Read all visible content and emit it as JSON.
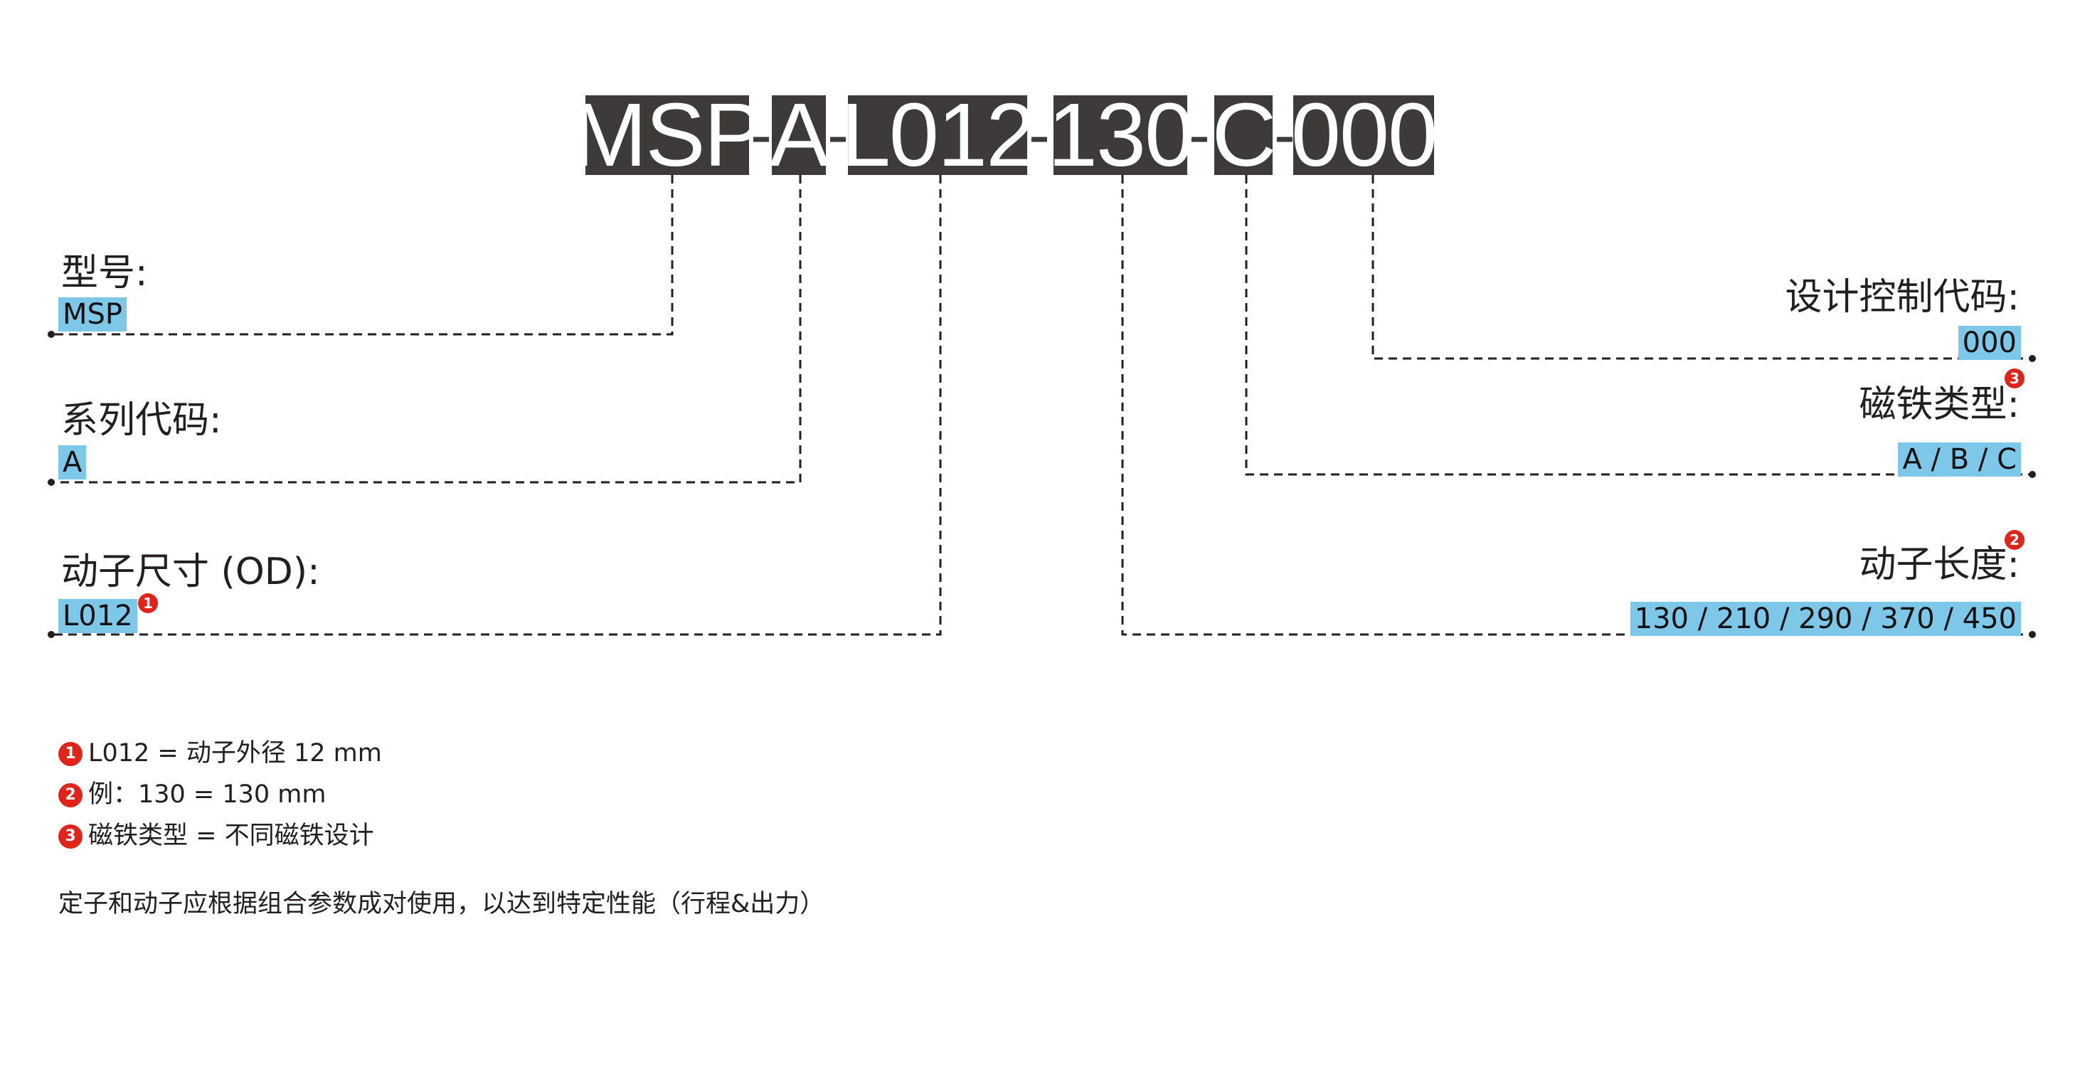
{
  "model_code": {
    "segments": [
      "MSP",
      "A",
      "L012",
      "130",
      "C",
      "000"
    ],
    "separator": "-"
  },
  "left_fields": [
    {
      "label": "型号:",
      "value": "MSP"
    },
    {
      "label": "系列代码:",
      "value": "A"
    },
    {
      "label": "动子尺寸 (OD):",
      "value": "L012",
      "badge": "1"
    }
  ],
  "right_fields": [
    {
      "label": "设计控制代码:",
      "value": "000"
    },
    {
      "label": "磁铁类型:",
      "value": "A / B / C",
      "badge": "3"
    },
    {
      "label": "动子长度:",
      "value": "130 / 210 / 290 / 370 / 450",
      "badge": "2"
    }
  ],
  "notes": [
    {
      "badge": "1",
      "text": "L012 = 动子外径 12 mm"
    },
    {
      "badge": "2",
      "text": "例：130 = 130 mm"
    },
    {
      "badge": "3",
      "text": "磁铁类型 = 不同磁铁设计"
    }
  ],
  "remark": "定子和动子应根据组合参数成对使用，以达到特定性能（行程&出力）",
  "colors": {
    "code_bg": "#3d3a39",
    "value_highlight": "#7dc8e8",
    "badge": "#e2231a",
    "line": "#231f20"
  }
}
